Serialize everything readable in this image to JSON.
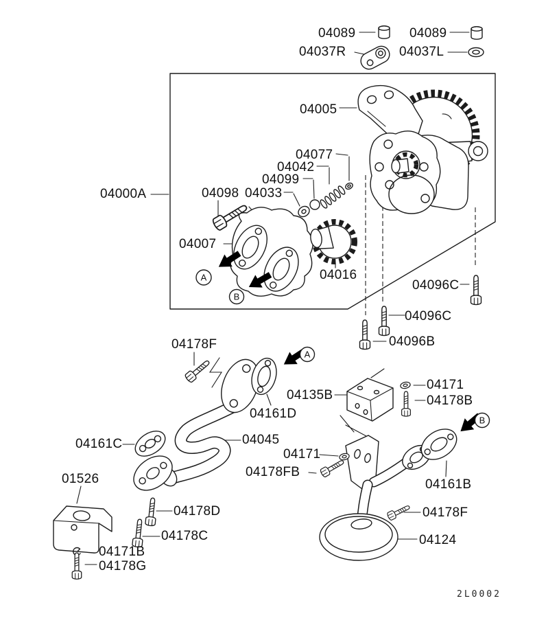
{
  "figure": {
    "code": "2L0002",
    "view_markers": {
      "a": "A",
      "b": "B"
    },
    "part_labels": {
      "l04089_left": "04089",
      "l04037r": "04037R",
      "l04089_right": "04089",
      "l04037l": "04037L",
      "l04005": "04005",
      "l04077": "04077",
      "l04042": "04042",
      "l04099": "04099",
      "l04098": "04098",
      "l04033": "04033",
      "l04000a": "04000A",
      "l04007": "04007",
      "l04016": "04016",
      "l04096c_right": "04096C",
      "l04096c_mid": "04096C",
      "l04096b": "04096B",
      "l04178f_upper": "04178F",
      "l04135b": "04135B",
      "l04171_upper": "04171",
      "l04178b": "04178B",
      "l04161d": "04161D",
      "l04161c": "04161C",
      "l04045": "04045",
      "l04171_mid": "04171",
      "l04178fb": "04178FB",
      "l01526": "01526",
      "l04161b": "04161B",
      "l04178d": "04178D",
      "l04178c": "04178C",
      "l04178f_lower": "04178F",
      "l04171b": "04171B",
      "l04178g": "04178G",
      "l04124": "04124"
    }
  }
}
